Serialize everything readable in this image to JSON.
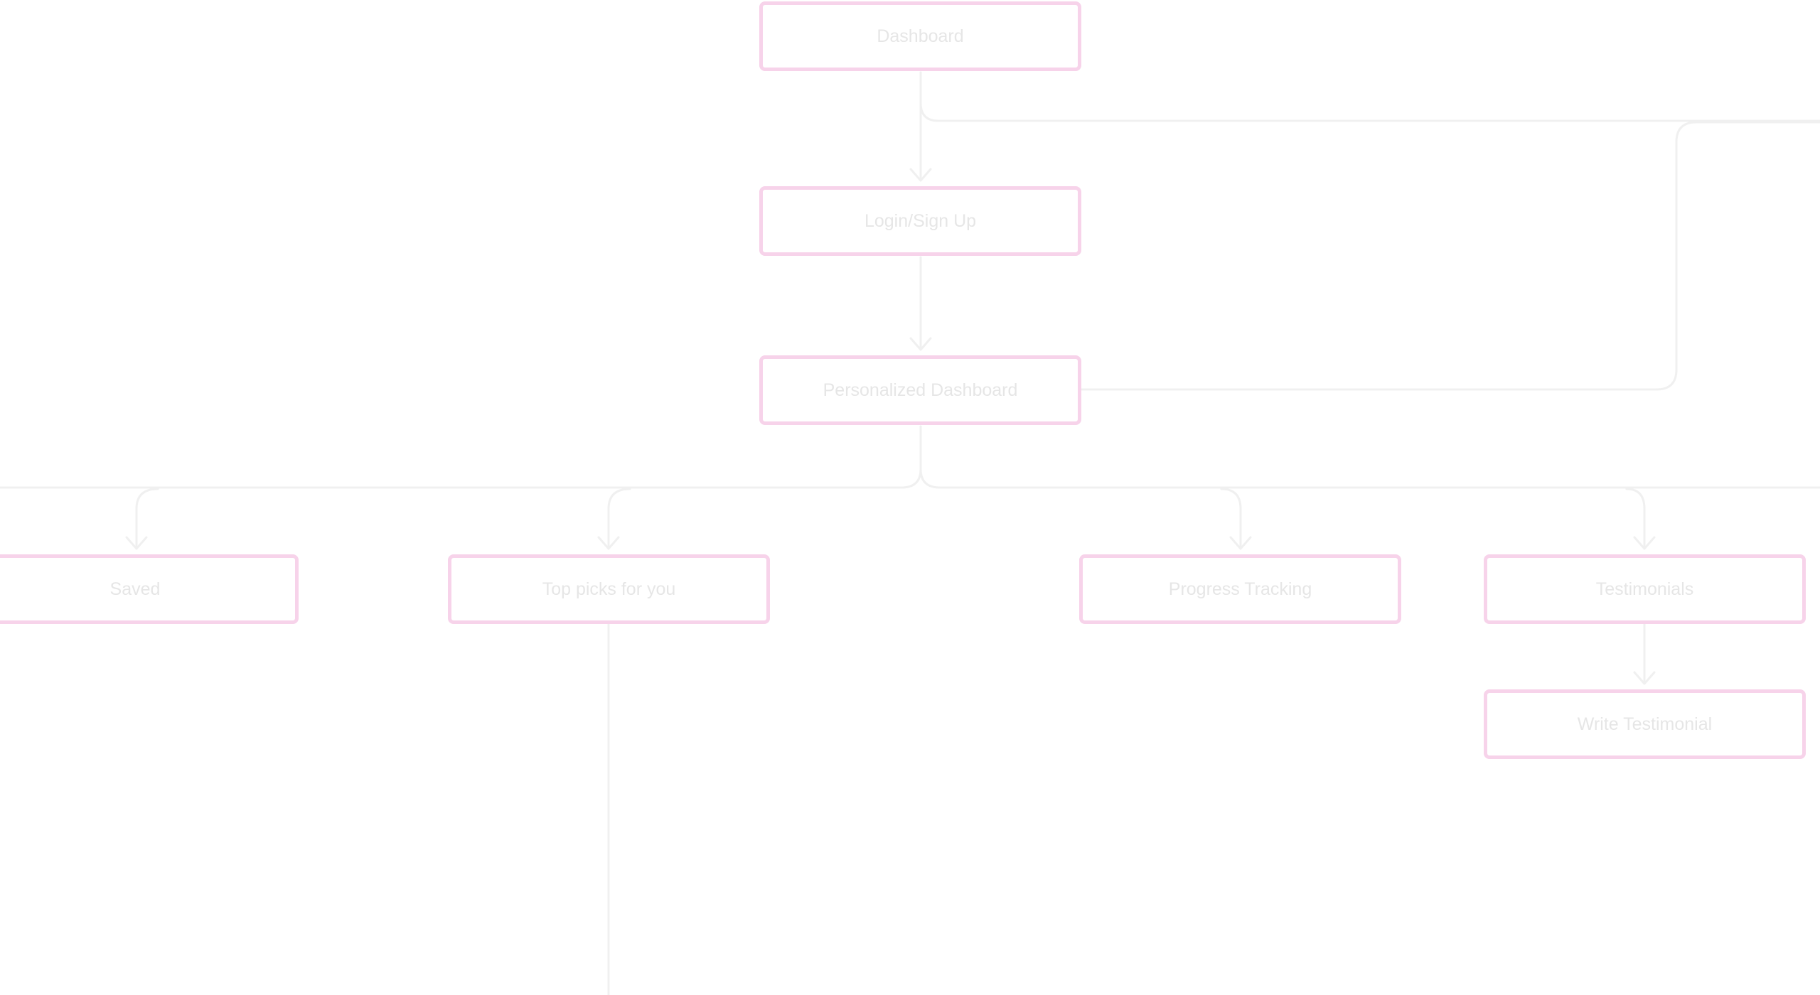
{
  "diagram": {
    "nodes": {
      "dashboard": "Dashboard",
      "login": "Login/Sign Up",
      "personalized": "Personalized Dashboard",
      "saved": "Saved",
      "top_picks": "Top picks for you",
      "progress": "Progress Tracking",
      "testimonials": "Testimonials",
      "write_testimonial": "Write Testimonial"
    },
    "colors": {
      "node_border": "#f7d3ea",
      "node_text": "#e6e6e6",
      "connector": "#f0f0f0"
    }
  }
}
